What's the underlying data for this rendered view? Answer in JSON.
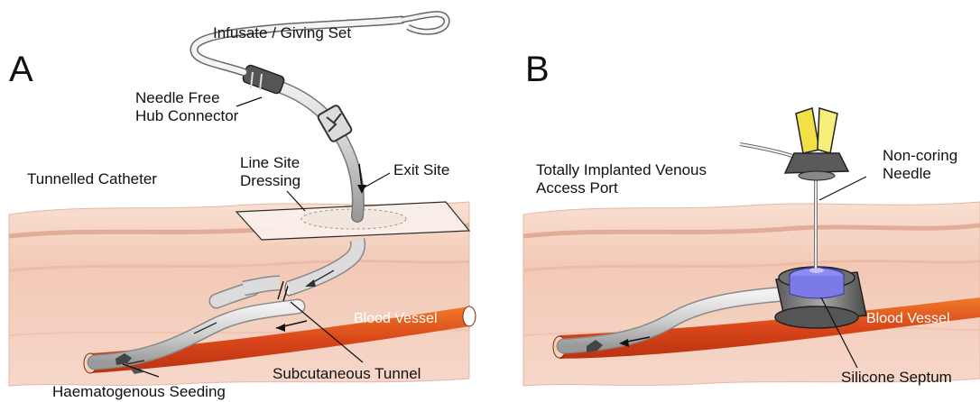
{
  "panel_a": {
    "letter": "A",
    "labels": {
      "infusate": "Infusate / Giving Set",
      "needle_free_line1": "Needle Free",
      "needle_free_line2": "Hub Connector",
      "tunnelled": "Tunnelled Catheter",
      "line_site_line1": "Line Site",
      "line_site_line2": "Dressing",
      "exit_site": "Exit Site",
      "blood_vessel": "Blood Vessel",
      "subcutaneous": "Subcutaneous Tunnel",
      "haematogenous": "Haematogenous Seeding"
    }
  },
  "panel_b": {
    "letter": "B",
    "labels": {
      "port_line1": "Totally Implanted Venous",
      "port_line2": "Access Port",
      "non_coring_line1": "Non-coring",
      "non_coring_line2": "Needle",
      "blood_vessel": "Blood Vessel",
      "silicone": "Silicone Septum"
    }
  },
  "colors": {
    "skin_top": "#f6d8c8",
    "skin_mid": "#f2c4b2",
    "vessel": "#e0551f",
    "catheter": "#d9d9d9",
    "port_septum": "#8e8cf0",
    "needle_hub": "#f1e046"
  }
}
